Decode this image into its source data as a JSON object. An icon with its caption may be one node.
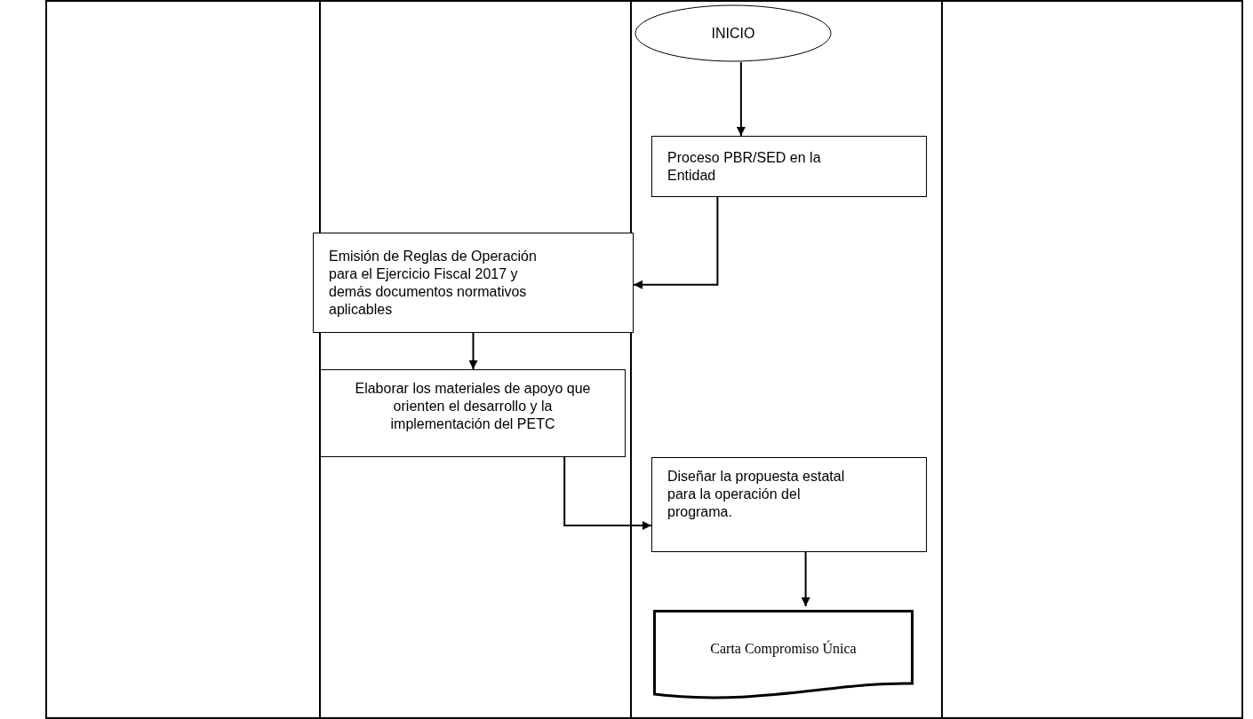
{
  "diagram": {
    "nodes": [
      {
        "text": [
          "INICIO"
        ]
      },
      {
        "text": [
          "Proceso PBR/SED en la Entidad"
        ]
      },
      {
        "text": [
          "Emisión de Reglas de Operación para el Ejercicio Fiscal 2017 y demás documentos normativos aplicables"
        ]
      },
      {
        "text": [
          "Elaborar  los materiales de apoyo que orienten el desarrollo y la implementación del PETC"
        ]
      },
      {
        "text": [
          "Diseñar la propuesta estatal para la operación del programa."
        ]
      },
      {
        "text": [
          "Carta Compromiso Única"
        ]
      }
    ],
    "edges": [
      {
        "from": 0,
        "to": 1,
        "arrow": "to"
      },
      {
        "from": 1,
        "to": 2,
        "arrow": "to"
      },
      {
        "from": 2,
        "to": 3,
        "arrow": "to"
      },
      {
        "from": 3,
        "to": 4,
        "arrow": "to"
      },
      {
        "from": 4,
        "to": 5,
        "arrow": "to"
      }
    ]
  }
}
